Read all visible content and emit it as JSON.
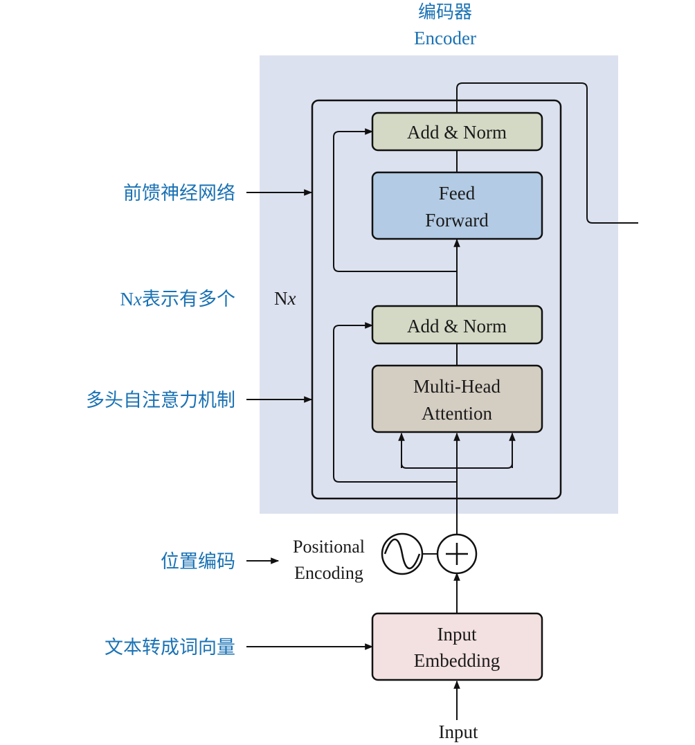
{
  "title": {
    "zh": "编码器",
    "en": "Encoder"
  },
  "annotations": {
    "ffn": "前馈神经网络",
    "nx_prefix": "N",
    "nx_var": "x",
    "nx_suffix": "表示有多个",
    "mhsa": "多头自注意力机制",
    "pos": "位置编码",
    "emb": "文本转成词向量"
  },
  "blocks": {
    "add_norm_top": "Add & Norm",
    "feed_forward": [
      "Feed",
      "Forward"
    ],
    "add_norm_bottom": "Add & Norm",
    "attention": [
      "Multi-Head",
      "Attention"
    ],
    "input_embedding": [
      "Input",
      "Embedding"
    ],
    "positional_encoding": [
      "Positional",
      "Encoding"
    ],
    "input": "Input",
    "nx_label_N": "N",
    "nx_label_x": "x"
  },
  "colors": {
    "annotation": "#1a72b4",
    "encoder_bg": "#dce1ef",
    "add_norm": "#d3d9c4",
    "feed_forward": "#b3cbe4",
    "attention": "#d4cdc2",
    "embedding": "#f3e0e0"
  }
}
